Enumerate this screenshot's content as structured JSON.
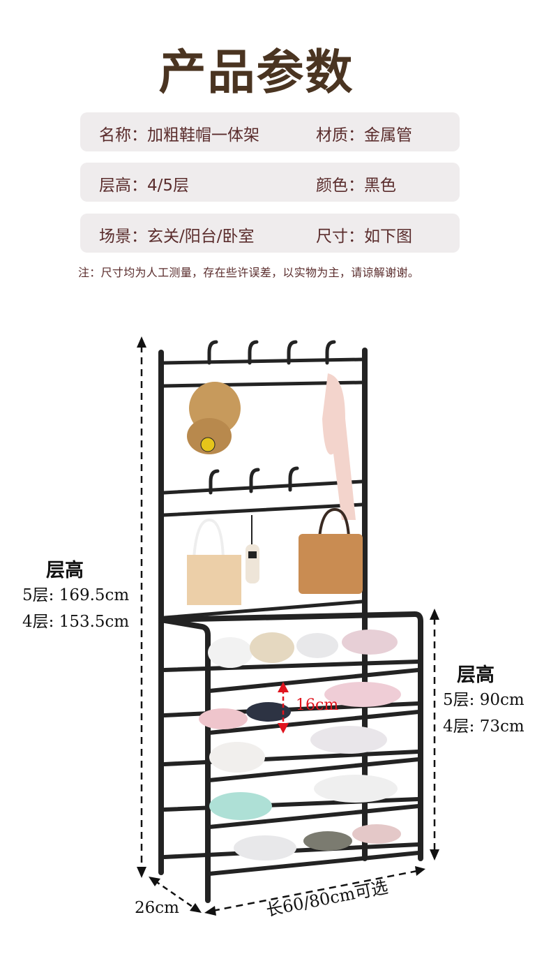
{
  "page": {
    "title": "产品参数"
  },
  "specs": {
    "rows": [
      {
        "left": "名称：加粗鞋帽一体架",
        "right": "材质：金属管"
      },
      {
        "left": "层高：4/5层",
        "right": "颜色：黑色"
      },
      {
        "left": "场景：玄关/阳台/卧室",
        "right": "尺寸：如下图"
      }
    ],
    "note": "注：尺寸均为人工测量，存在些许误差，以实物为主，请谅解谢谢。"
  },
  "dimensions": {
    "total_height": {
      "heading": "层高",
      "five_tier": "5层: 169.5cm",
      "four_tier": "4层: 153.5cm"
    },
    "rack_height": {
      "heading": "层高",
      "five_tier": "5层: 90cm",
      "four_tier": "4层: 73cm"
    },
    "shelf_gap": "16cm",
    "depth": "26cm",
    "length": "长60/80cm可选"
  },
  "colors": {
    "title": "#4a3421",
    "text": "#5a2c2c",
    "pill_bg": "#efeced",
    "accent_red": "#e0141e",
    "frame": "#1e1e1e"
  }
}
